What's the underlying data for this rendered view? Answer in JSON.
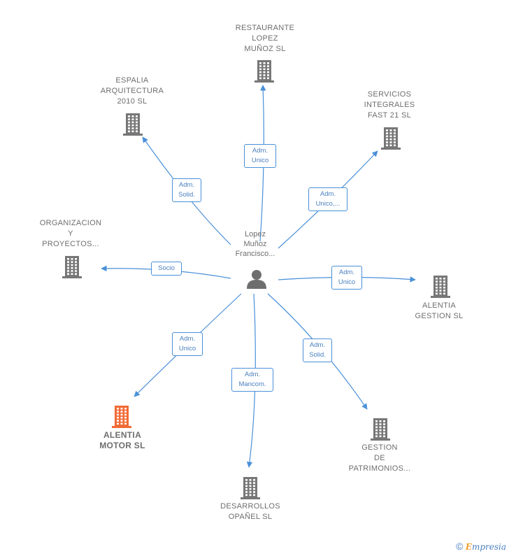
{
  "center": {
    "label": "Lopez\nMuñoz\nFrancisco..."
  },
  "colors": {
    "edge": "#4a90d9",
    "building": "#777777",
    "highlight": "#f26a35",
    "text": "#6e6e6e"
  },
  "companies": [
    {
      "id": "restaurante",
      "label": "RESTAURANTE\nLOPEZ\nMUÑOZ SL",
      "icon": "building-icon",
      "highlight": false,
      "edge_label": "Adm.\nUnico"
    },
    {
      "id": "espalia",
      "label": "ESPALIA\nARQUITECTURA\n2010 SL",
      "icon": "building-icon",
      "highlight": false,
      "edge_label": "Adm.\nSolid."
    },
    {
      "id": "servicios",
      "label": "SERVICIOS\nINTEGRALES\nFAST 21 SL",
      "icon": "building-icon",
      "highlight": false,
      "edge_label": "Adm.\nUnico,..."
    },
    {
      "id": "organizacion",
      "label": "ORGANIZACION\nY\nPROYECTOS...",
      "icon": "building-icon",
      "highlight": false,
      "edge_label": "Socio"
    },
    {
      "id": "alentia-gestion",
      "label": "ALENTIA\nGESTION SL",
      "icon": "building-icon",
      "highlight": false,
      "edge_label": "Adm.\nUnico"
    },
    {
      "id": "alentia-motor",
      "label": "ALENTIA\nMOTOR SL",
      "icon": "building-icon",
      "highlight": true,
      "edge_label": "Adm.\nUnico"
    },
    {
      "id": "gestion",
      "label": "GESTION\nDE\nPATRIMONIOS...",
      "icon": "building-icon",
      "highlight": false,
      "edge_label": "Adm.\nSolid."
    },
    {
      "id": "desarrollos",
      "label": "DESARROLLOS\nOPAÑEL SL",
      "icon": "building-icon",
      "highlight": false,
      "edge_label": "Adm.\nMancom."
    }
  ],
  "footer": {
    "symbol": "©",
    "brand_first": "E",
    "brand_rest": "mpresia"
  }
}
